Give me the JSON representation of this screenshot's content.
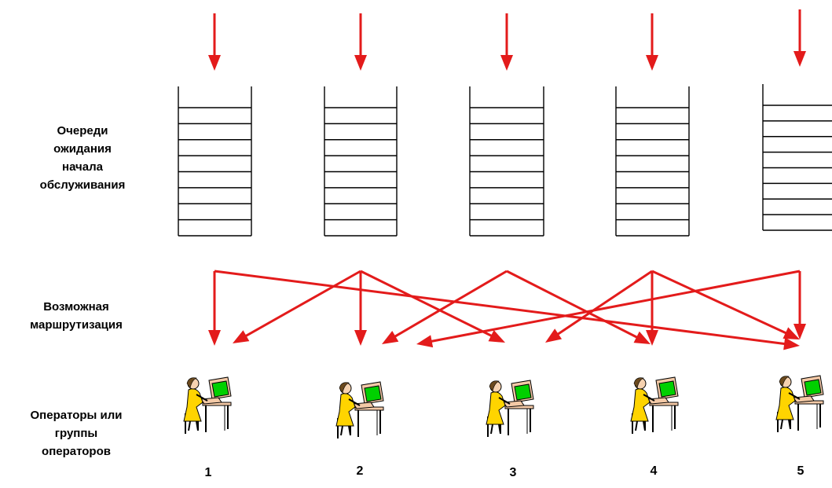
{
  "labels": {
    "queues": [
      "Очереди",
      "ожидания",
      "начала",
      "обслуживания"
    ],
    "routing": [
      "Возможная",
      "маршрутизация"
    ],
    "operators": [
      "Операторы или",
      "группы",
      "операторов"
    ]
  },
  "operator_numbers": [
    "1",
    "2",
    "3",
    "4",
    "5"
  ],
  "colors": {
    "arrow": "#e31b1b",
    "line": "#000000",
    "screen": "#00d000",
    "monitor": "#f3c9a6",
    "dress": "#ffd400",
    "hair": "#6b4a1e"
  },
  "queue_slots": 8,
  "routes": [
    [
      1,
      1
    ],
    [
      1,
      5
    ],
    [
      2,
      1
    ],
    [
      2,
      2
    ],
    [
      2,
      3
    ],
    [
      3,
      2
    ],
    [
      3,
      4
    ],
    [
      4,
      3
    ],
    [
      4,
      4
    ],
    [
      4,
      5
    ],
    [
      5,
      2
    ],
    [
      5,
      5
    ]
  ],
  "icons": [
    "down-arrow-icon",
    "operator-at-computer-icon"
  ]
}
